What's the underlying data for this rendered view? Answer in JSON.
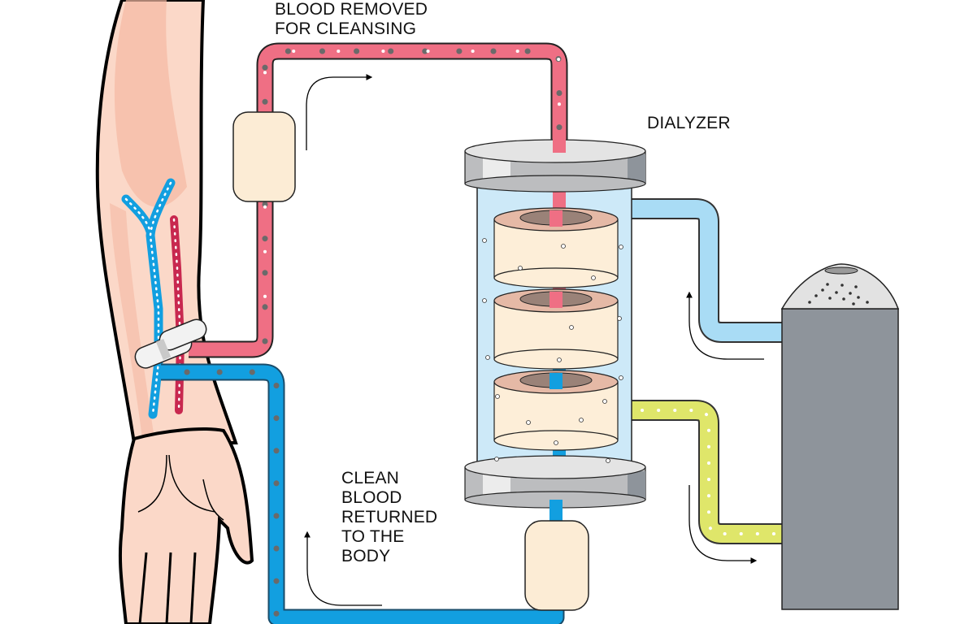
{
  "title": "Hemodialysis circuit diagram",
  "labels": {
    "blood_removed": "BLOOD REMOVED\nFOR CLEANSING",
    "dialyzer": "DIALYZER",
    "clean_blood_returned": "CLEAN\nBLOOD\nRETURNED\nTO THE\nBODY"
  },
  "colors": {
    "skin": "#fbd8c8",
    "skin_shadow": "#f5b9a3",
    "artery_tube": "#ef6f84",
    "artery_vessel": "#c8284f",
    "vein_tube": "#129fe0",
    "dialysate_in_tube": "#a9dcf5",
    "dialysate_out_tube": "#dfe66a",
    "dialyzer_shell": "#cde9f8",
    "filter_body": "#fdeed8",
    "filter_rim": "#e5b9a6",
    "filter_core": "#9a8278",
    "cap_gray": "#bcbdbf",
    "machine_gray": "#8e949b",
    "pump_chamber": "#fcecd5"
  },
  "components": [
    {
      "name": "arm-with-hand",
      "description": "patient forearm with artery and vein"
    },
    {
      "name": "arterial-line",
      "description": "blood out to dialyzer"
    },
    {
      "name": "pump-chamber-top",
      "description": "chamber on arterial line"
    },
    {
      "name": "dialyzer",
      "description": "filter cylinder with 3 filter stacks"
    },
    {
      "name": "venous-line",
      "description": "clean blood back to arm"
    },
    {
      "name": "pump-chamber-bottom",
      "description": "chamber on venous line"
    },
    {
      "name": "dialysate-machine",
      "description": "dialysate source unit"
    },
    {
      "name": "fresh-dialysate-line",
      "description": "blue line into dialyzer"
    },
    {
      "name": "used-dialysate-line",
      "description": "yellow line out of dialyzer"
    }
  ],
  "flow_arrows": [
    {
      "name": "arrow-to-dialyzer",
      "direction": "right"
    },
    {
      "name": "arrow-return-to-body",
      "direction": "up"
    },
    {
      "name": "arrow-dialysate-in",
      "direction": "up"
    },
    {
      "name": "arrow-dialysate-out",
      "direction": "right"
    }
  ]
}
